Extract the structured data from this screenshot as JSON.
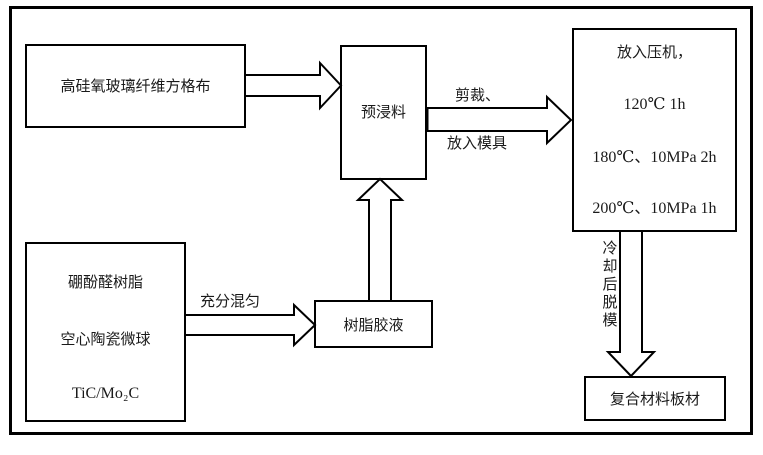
{
  "diagram": {
    "type": "process-flowchart",
    "nodes": {
      "fabric": {
        "label": "高硅氧玻璃纤维方格布"
      },
      "prepreg": {
        "label": "预浸料"
      },
      "press": {
        "lines": [
          "放入压机，",
          "120℃  1h",
          "180℃、10MPa 2h",
          "200℃、10MPa 1h"
        ]
      },
      "raw_materials": {
        "lines": [
          "硼酚醛树脂",
          "空心陶瓷微球",
          "TiC/Mo₂C"
        ]
      },
      "resin_solution": {
        "label": "树脂胶液"
      },
      "composite_board": {
        "label": "复合材料板材"
      }
    },
    "edges": {
      "fabric_to_prepreg": {
        "label": ""
      },
      "resin_to_prepreg": {
        "label": ""
      },
      "prepreg_to_press": {
        "label_top": "剪裁、",
        "label_bottom": "放入模具"
      },
      "raw_to_resin": {
        "label": "充分混匀"
      },
      "press_to_board": {
        "label": "冷却后脱模"
      }
    },
    "colors": {
      "stroke": "#000000",
      "fill": "#ffffff",
      "text": "#1a1a1a"
    }
  }
}
